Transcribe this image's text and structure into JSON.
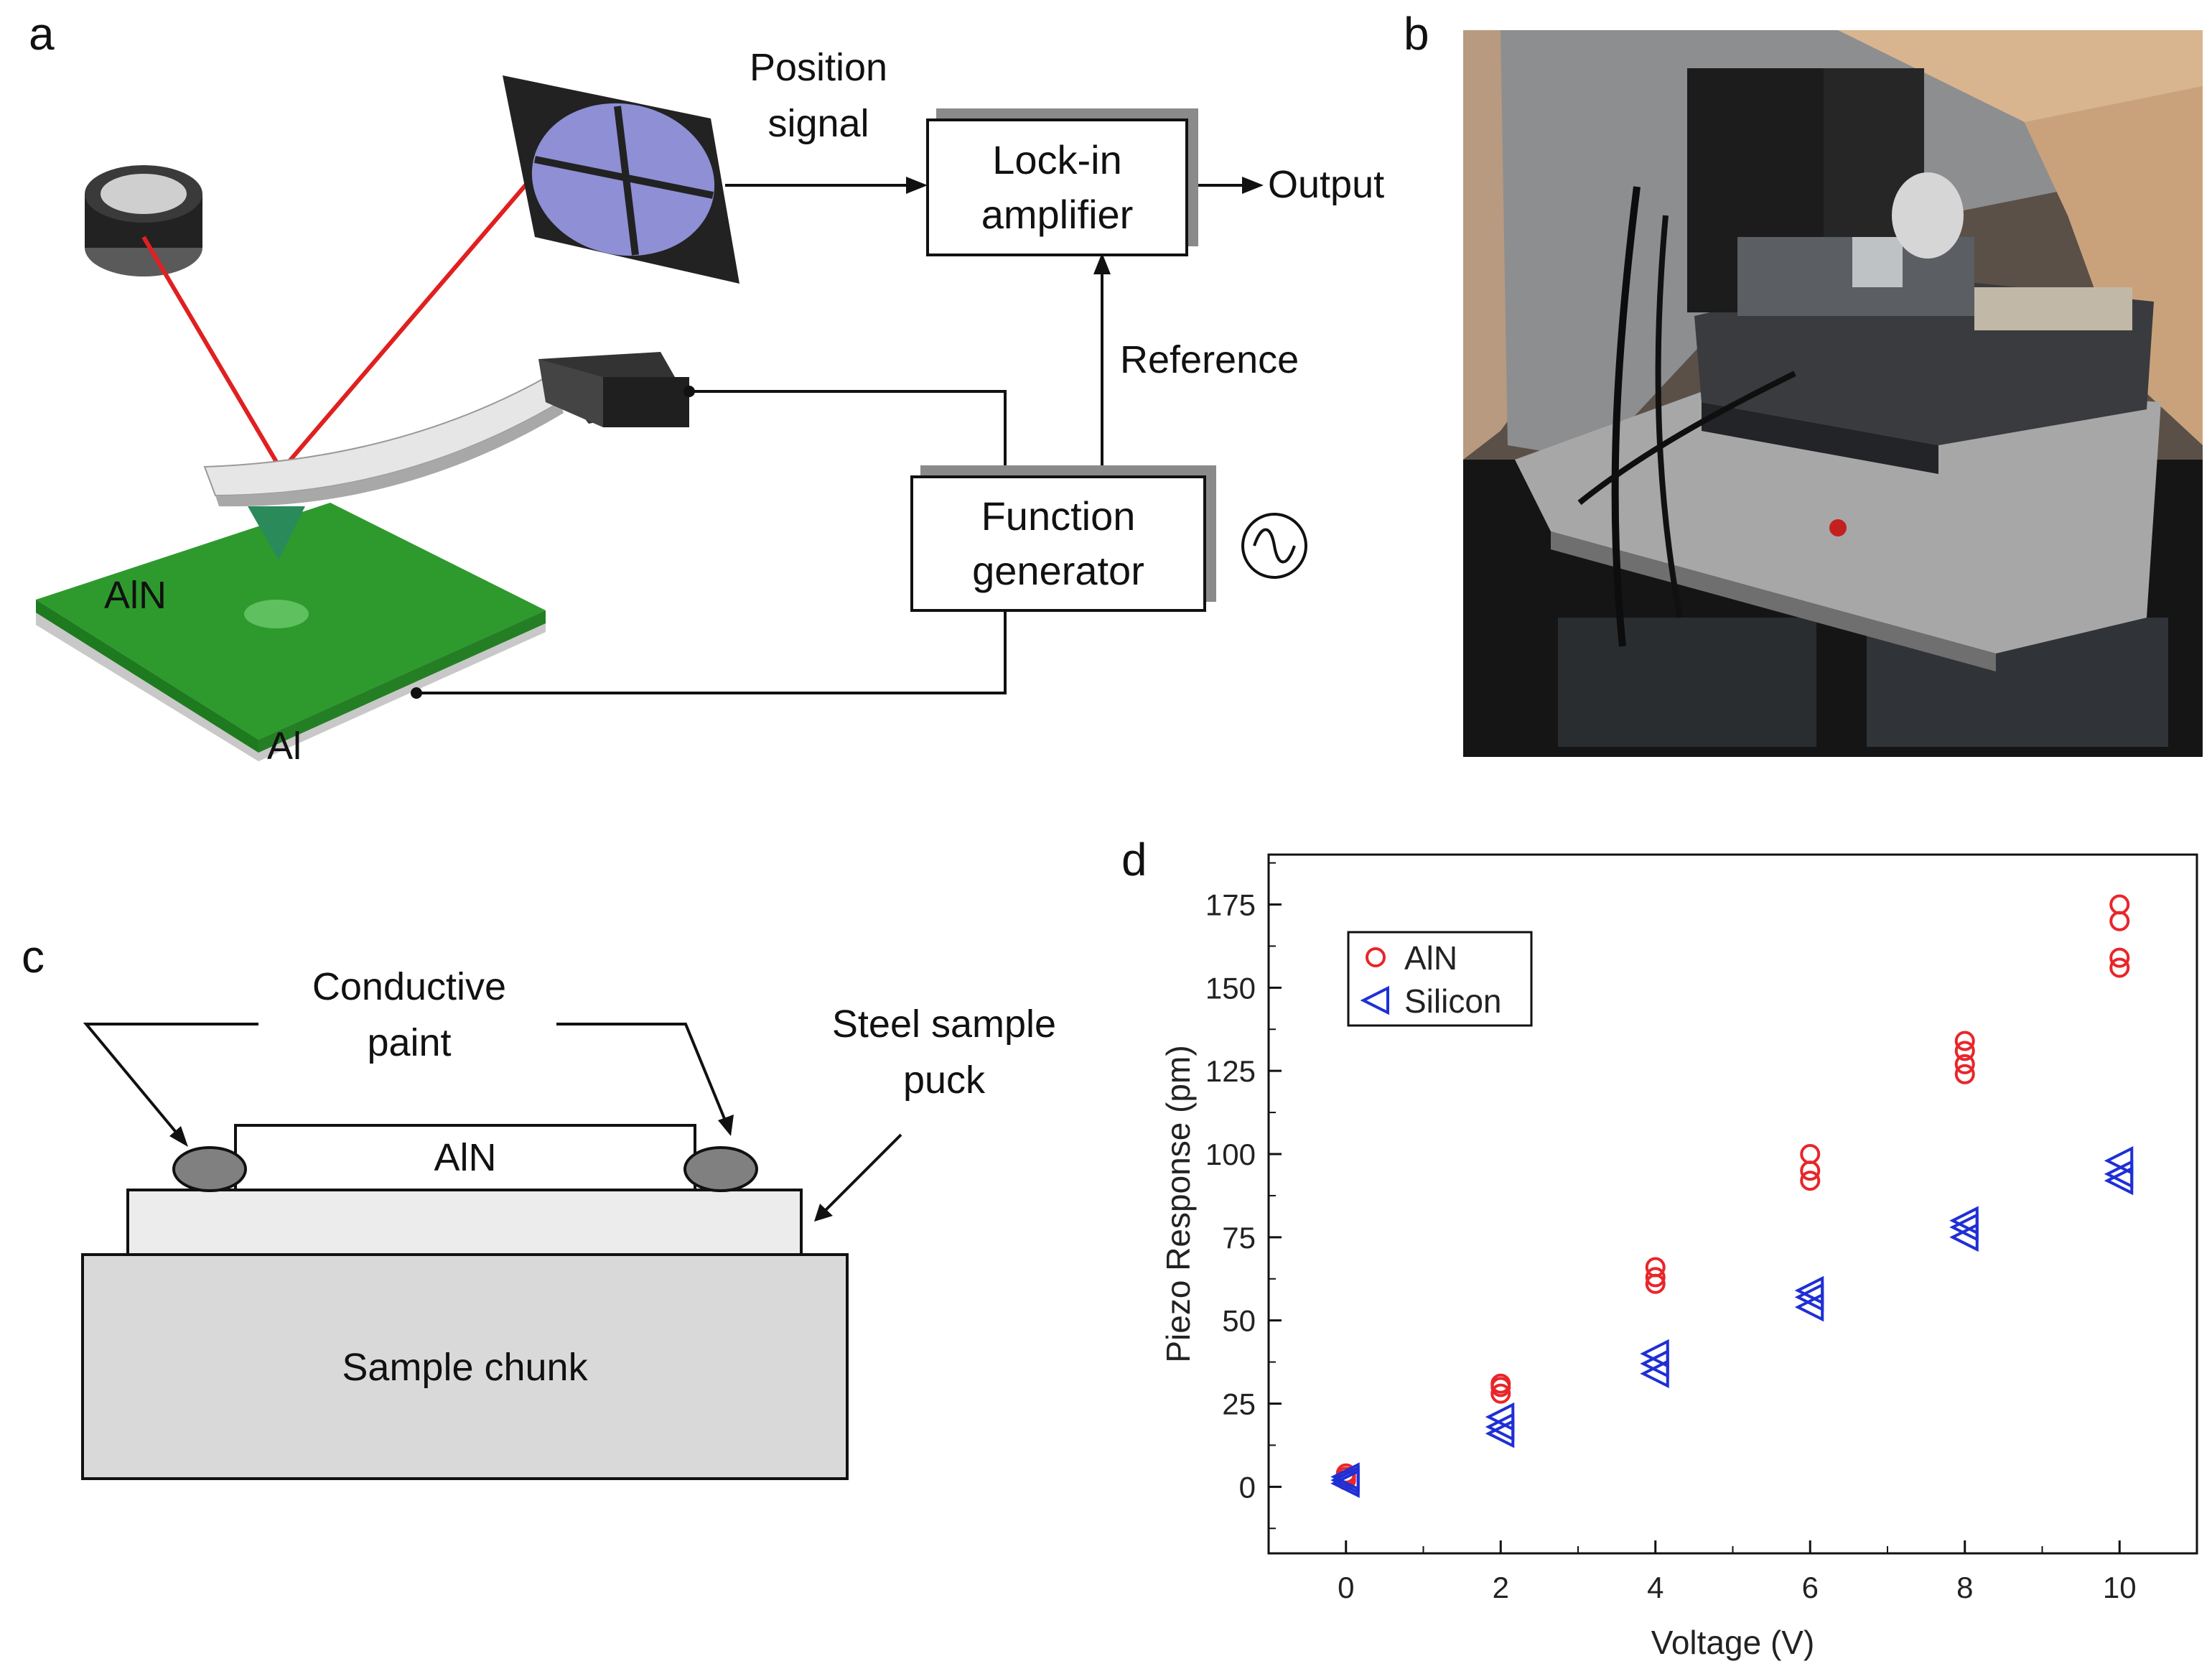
{
  "panels": {
    "a": {
      "letter": "a",
      "position_signal_line1": "Position",
      "position_signal_line2": "signal",
      "lockin_line1": "Lock-in",
      "lockin_line2": "amplifier",
      "output": "Output",
      "reference": "Reference",
      "function_line1": "Function",
      "function_line2": "generator",
      "aln": "AlN",
      "al": "Al"
    },
    "b": {
      "letter": "b"
    },
    "c": {
      "letter": "c",
      "conductive_line1": "Conductive",
      "conductive_line2": "paint",
      "steel_line1": "Steel sample",
      "steel_line2": "puck",
      "aln": "AlN",
      "chunk": "Sample chunk"
    },
    "d": {
      "letter": "d"
    }
  },
  "colors": {
    "aln_series": "#e8262a",
    "silicon_series": "#1f2fd6",
    "laser": "#e02020",
    "aln_film": "#2e9a2e",
    "detector": "#8f8fd6"
  },
  "chart_data": {
    "type": "scatter",
    "xlabel": "Voltage (V)",
    "ylabel": "Piezo Response (pm)",
    "xlim": [
      -1,
      11
    ],
    "ylim": [
      -20,
      190
    ],
    "xticks": [
      0,
      2,
      4,
      6,
      8,
      10
    ],
    "yticks": [
      0,
      25,
      50,
      75,
      100,
      125,
      150,
      175
    ],
    "grid": false,
    "legend_position": "top-left",
    "series": [
      {
        "name": "AlN",
        "marker": "circle",
        "points": [
          [
            0,
            2
          ],
          [
            0,
            3
          ],
          [
            0,
            4
          ],
          [
            2,
            28
          ],
          [
            2,
            30
          ],
          [
            2,
            31
          ],
          [
            4,
            61
          ],
          [
            4,
            63
          ],
          [
            4,
            66
          ],
          [
            6,
            92
          ],
          [
            6,
            95
          ],
          [
            6,
            100
          ],
          [
            8,
            124
          ],
          [
            8,
            127
          ],
          [
            8,
            131
          ],
          [
            8,
            134
          ],
          [
            10,
            156
          ],
          [
            10,
            159
          ],
          [
            10,
            170
          ],
          [
            10,
            175
          ]
        ]
      },
      {
        "name": "Silicon",
        "marker": "triangle-left",
        "points": [
          [
            0,
            1
          ],
          [
            0,
            2
          ],
          [
            0,
            3
          ],
          [
            2,
            16
          ],
          [
            2,
            18
          ],
          [
            2,
            21
          ],
          [
            4,
            34
          ],
          [
            4,
            37
          ],
          [
            4,
            40
          ],
          [
            6,
            54
          ],
          [
            6,
            57
          ],
          [
            6,
            59
          ],
          [
            8,
            75
          ],
          [
            8,
            78
          ],
          [
            8,
            80
          ],
          [
            10,
            92
          ],
          [
            10,
            94
          ],
          [
            10,
            98
          ]
        ]
      }
    ]
  }
}
